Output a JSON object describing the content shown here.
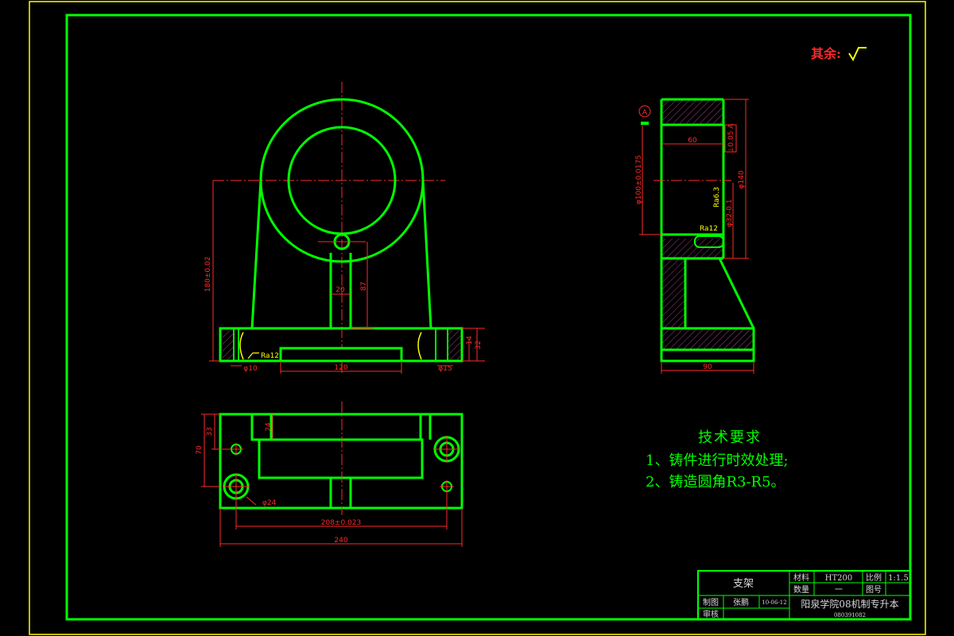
{
  "drawing": {
    "surface_finish_label": "其余:",
    "datum_label": "A",
    "tech_requirements": {
      "title": "技术要求",
      "items": [
        "1、铸件进行时效处理;",
        "2、铸造圆角R3-R5。"
      ]
    },
    "front_view_dims": {
      "height": "180±0.02",
      "slot_width": "20",
      "slot_depth": "87",
      "roughness": "Ra12",
      "hole_left": "φ10",
      "base_gap": "120",
      "hole_right": "φ15",
      "base_h1": "14",
      "base_h2": "32"
    },
    "side_view_dims": {
      "width_top": "60",
      "tolerance_frame": "⊥0.05 A",
      "bore": "φ100±0.0175",
      "outer": "φ140",
      "thickness": "φ32-0.1",
      "ra_bore": "Ra6.3",
      "ra_lower": "Ra12",
      "base_width": "90"
    },
    "top_view_dims": {
      "depth": "70",
      "offset": "33",
      "slot": "24",
      "counterbore": "φ24",
      "hole_span": "208±0.023",
      "length": "240"
    },
    "colors": {
      "outline": "#00ff00",
      "dimension": "#ff2a2a",
      "annotation": "#ffff00",
      "frame_outer": "#ffff00",
      "hatch": "#a0408a"
    }
  },
  "title_block": {
    "part_name": "支架",
    "material_label": "材料",
    "material_value": "HT200",
    "scale_label": "比例",
    "scale_value": "1:1.5",
    "qty_label": "数量",
    "qty_value": "一",
    "drawing_no_label": "图号",
    "drawn_label": "制图",
    "drawn_by": "张鹏",
    "date": "10-06-12",
    "checked_label": "审核",
    "school": "阳泉学院08机制专升本",
    "student_no": "080391082"
  }
}
